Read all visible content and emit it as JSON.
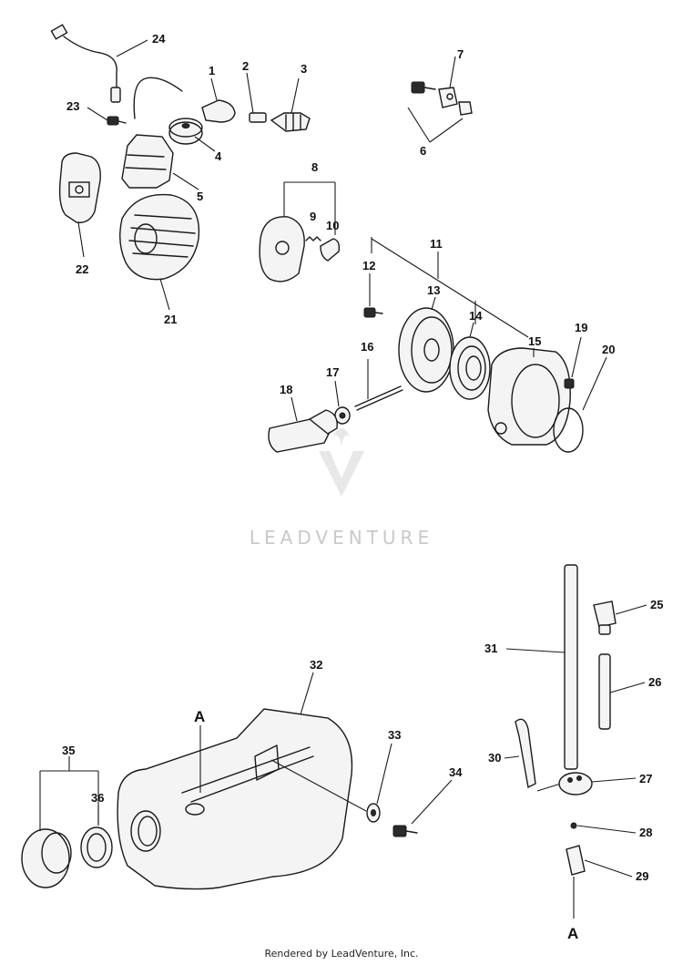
{
  "diagram": {
    "part_numbers": [
      "1",
      "2",
      "3",
      "4",
      "5",
      "6",
      "7",
      "8",
      "9",
      "10",
      "11",
      "12",
      "13",
      "14",
      "15",
      "16",
      "17",
      "18",
      "19",
      "20",
      "21",
      "22",
      "23",
      "24",
      "25",
      "26",
      "27",
      "28",
      "29",
      "30",
      "31",
      "32",
      "33",
      "34",
      "35",
      "36"
    ],
    "reference_marks": [
      "A",
      "A"
    ],
    "watermark": "LEADVENTURE"
  },
  "footer": {
    "text": "Rendered by LeadVenture, Inc."
  }
}
